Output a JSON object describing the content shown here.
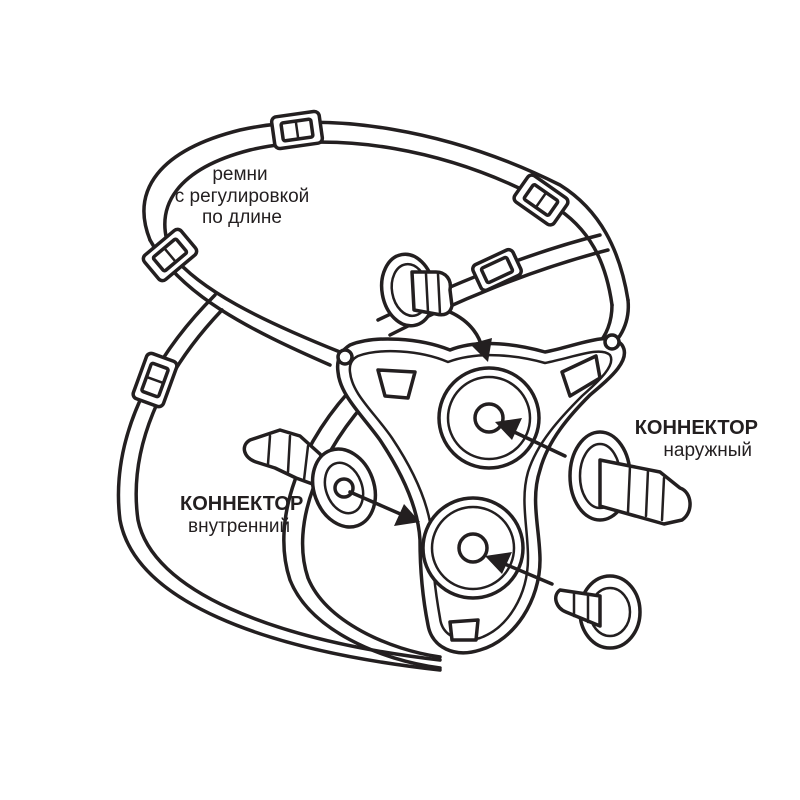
{
  "labels": {
    "straps": [
      "ремни",
      "с регулировкой",
      "по длине"
    ],
    "outer_connector": {
      "title": "КОННЕКТОР",
      "subtitle": "наружный"
    },
    "inner_connector": {
      "title": "КОННЕКТОР",
      "subtitle": "внутренний"
    }
  },
  "colors": {
    "line": "#231f20",
    "background": "#ffffff"
  },
  "icons": [
    "buckle-icon",
    "plug-icon",
    "arrow-icon",
    "o-ring-icon"
  ]
}
